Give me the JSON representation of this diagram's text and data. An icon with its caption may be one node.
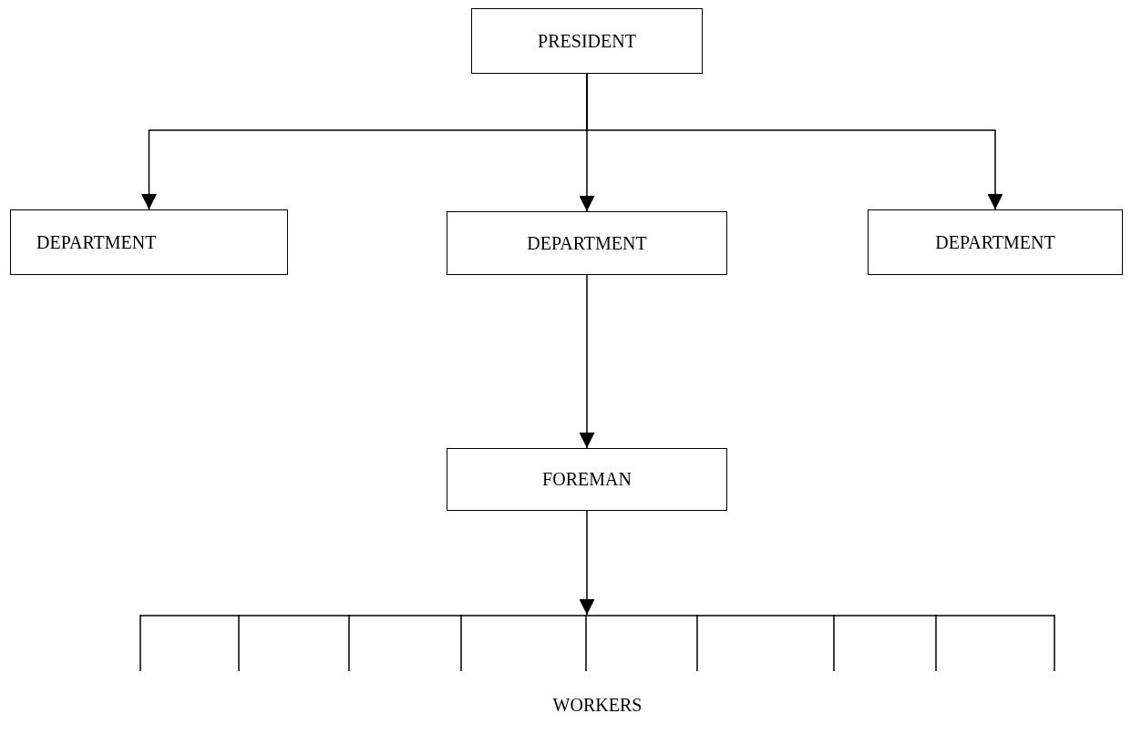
{
  "diagram": {
    "nodes": [
      {
        "text": [
          "PRESIDENT"
        ]
      },
      {
        "text": [
          "DEPARTMENT"
        ]
      },
      {
        "text": [
          "DEPARTMENT"
        ]
      },
      {
        "text": [
          "DEPARTMENT"
        ]
      },
      {
        "text": [
          "FOREMAN"
        ]
      },
      {
        "text": [
          "WORKERS"
        ]
      }
    ],
    "edges": [
      {
        "from": 0,
        "to": 1,
        "arrow": "to"
      },
      {
        "from": 0,
        "to": 2,
        "arrow": "to"
      },
      {
        "from": 0,
        "to": 3,
        "arrow": "to"
      },
      {
        "from": 2,
        "to": 4,
        "arrow": "to"
      },
      {
        "from": 4,
        "to": 5,
        "arrow": "to"
      }
    ]
  }
}
